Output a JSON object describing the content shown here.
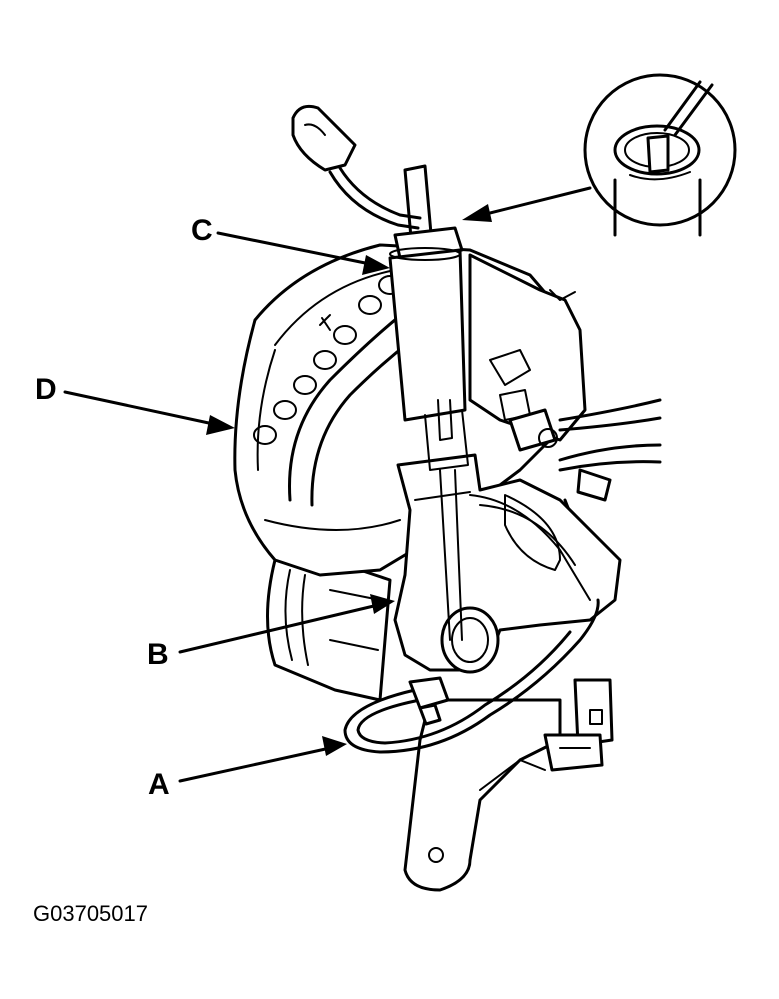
{
  "callouts": {
    "a": "A",
    "b": "B",
    "c": "C",
    "d": "D"
  },
  "figure_code": "G03705017",
  "icons": [
    "gear-shift-assembly-illustration",
    "detail-magnifier-circle"
  ]
}
